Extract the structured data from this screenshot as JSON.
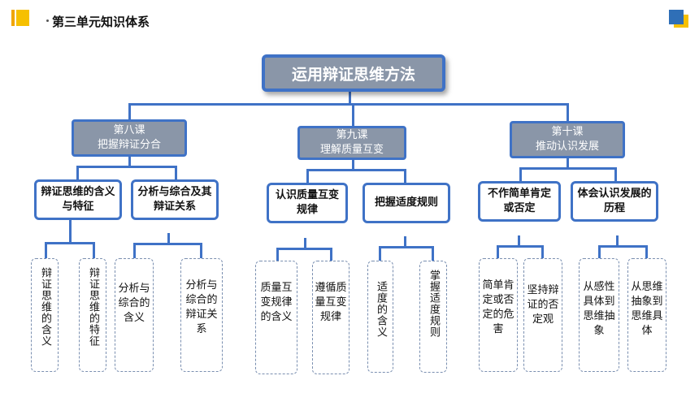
{
  "header": {
    "title": "第三单元知识体系"
  },
  "root": {
    "label": "运用辩证思维方法"
  },
  "lessons": [
    {
      "line1": "第八课",
      "line2": "把握辩证分合",
      "topics": [
        {
          "label": "辩证思维的含义与特征",
          "leaves": [
            "辩证思维的含义",
            "辩证思维的特征"
          ]
        },
        {
          "label": "分析与综合及其辩证关系",
          "leaves": [
            "分析与综合的含义",
            "分析与综合的辩证关系"
          ]
        }
      ]
    },
    {
      "line1": "第九课",
      "line2": "理解质量互变",
      "topics": [
        {
          "label": "认识质量互变规律",
          "leaves": [
            "质量互变规律的含义",
            "遵循质量互变规律"
          ]
        },
        {
          "label": "把握适度规则",
          "leaves": [
            "适度的含义",
            "掌握适度规则"
          ]
        }
      ]
    },
    {
      "line1": "第十课",
      "line2": "推动认识发展",
      "topics": [
        {
          "label": "不作简单肯定或否定",
          "leaves": [
            "简单肯定或否定的危害",
            "坚持辩证的否定观"
          ]
        },
        {
          "label": "体会认识发展的历程",
          "leaves": [
            "从感性具体到思维抽象",
            "从思维抽象到思维具体"
          ]
        }
      ]
    }
  ]
}
